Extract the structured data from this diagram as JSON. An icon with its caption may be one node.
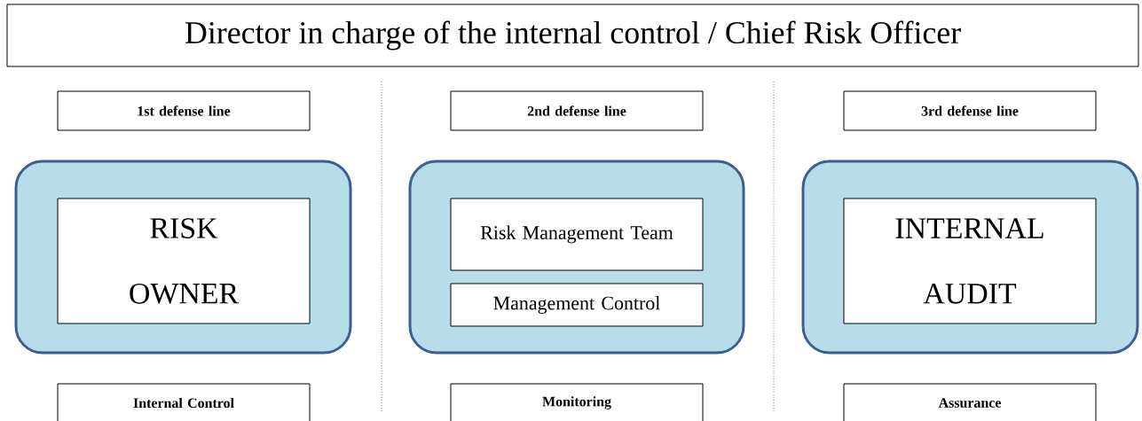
{
  "diagram": {
    "title": "Director in charge of the internal control / Chief Risk Officer",
    "nodes": [
      {
        "text": [
          "1st  defense line"
        ]
      },
      {
        "text": [
          "2nd  defense line"
        ]
      },
      {
        "text": [
          "3rd  defense line"
        ]
      },
      {
        "text": [],
        "shape": "box"
      },
      {
        "text": [
          "RISK OWNER"
        ],
        "in": 3
      },
      {
        "text": [],
        "shape": "box"
      },
      {
        "text": [
          "Risk Management Team"
        ],
        "in": 5
      },
      {
        "text": [
          "Management Control"
        ],
        "in": 5
      },
      {
        "text": [],
        "shape": "box"
      },
      {
        "text": [
          "INTERNAL AUDIT"
        ],
        "in": 8
      },
      {
        "text": [
          "Internal Control"
        ]
      },
      {
        "text": [
          "Monitoring"
        ]
      },
      {
        "text": [
          "Assurance"
        ]
      }
    ],
    "edges": []
  }
}
